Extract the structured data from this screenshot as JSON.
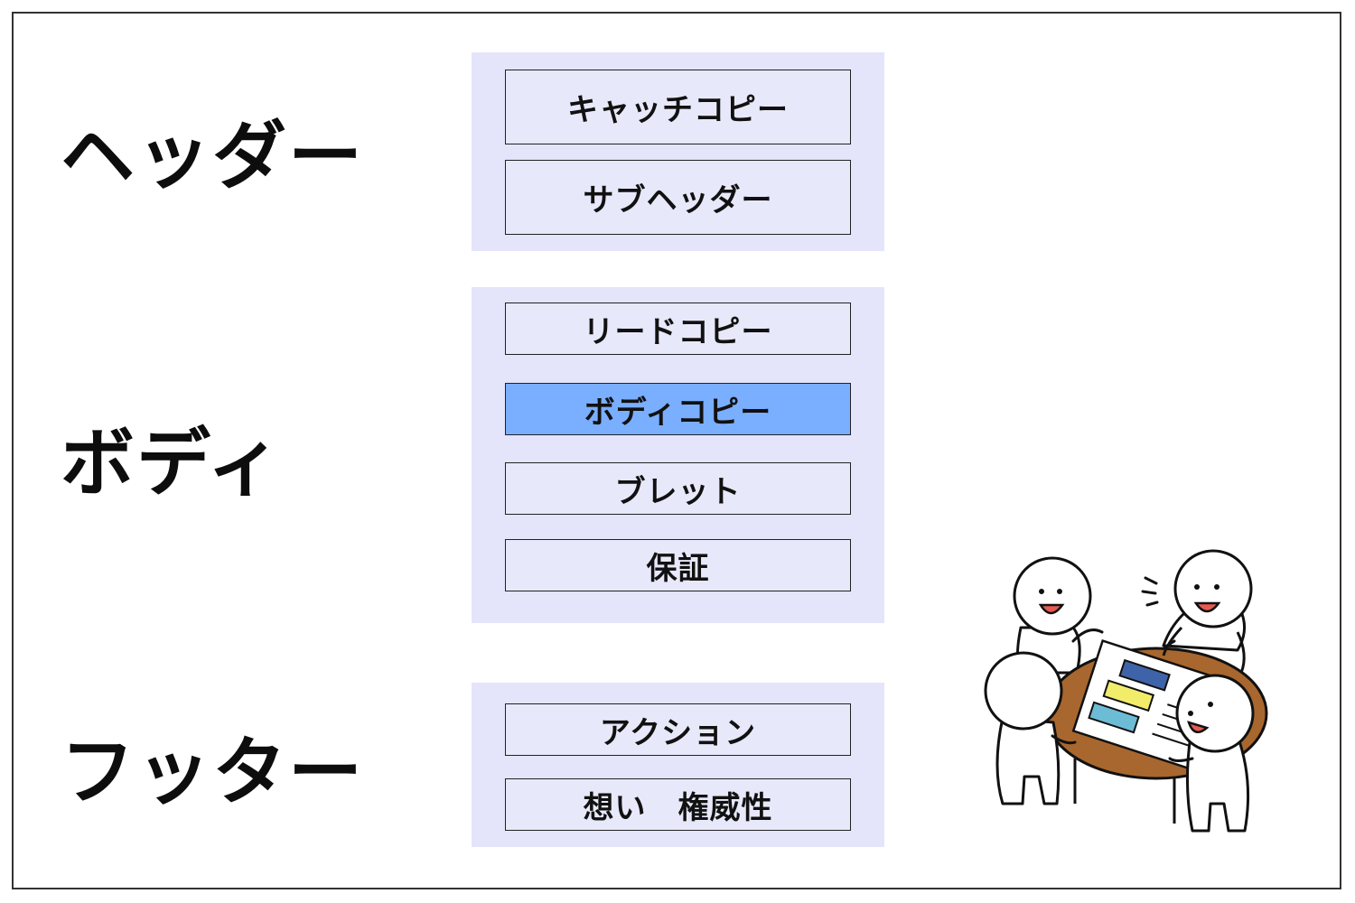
{
  "sections": {
    "header": {
      "label": "ヘッダー",
      "items": [
        "キャッチコピー",
        "サブヘッダー"
      ]
    },
    "body": {
      "label": "ボディ",
      "items": [
        "リードコピー",
        "ボディコピー",
        "ブレット",
        "保証"
      ],
      "highlighted_item": "ボディコピー"
    },
    "footer": {
      "label": "フッター",
      "items": [
        "アクション",
        "想い　権威性"
      ]
    }
  },
  "colors": {
    "panel_background": "#e4e4fa",
    "box_background": "#e8e8fb",
    "highlight": "#7aaeff",
    "table": "#a8672e",
    "doc_navy": "#3f63a8",
    "doc_yellow": "#f2ec6b",
    "doc_teal": "#6dbcd6"
  },
  "illustration": {
    "icon": "team-meeting-illustration"
  }
}
